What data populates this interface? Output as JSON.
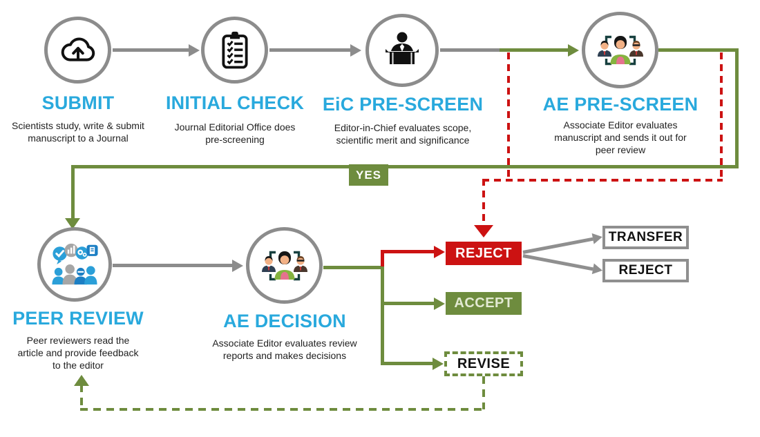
{
  "colors": {
    "accent_cyan": "#29a9dd",
    "olive_green": "#6e8c3e",
    "red": "#cc1212",
    "gray": "#8c8c8c"
  },
  "stages": [
    {
      "title": "SUBMIT",
      "desc": "Scientists study, write & submit manuscript to a Journal",
      "icon": "cloud-upload-icon"
    },
    {
      "title": "INITIAL CHECK",
      "desc": "Journal Editorial Office does pre-screening",
      "icon": "checklist-icon"
    },
    {
      "title": "EiC PRE-SCREEN",
      "desc": "Editor-in-Chief evaluates scope, scientific merit and significance",
      "icon": "editor-desk-icon"
    },
    {
      "title": "AE PRE-SCREEN",
      "desc": "Associate Editor evaluates manuscript and sends it out for peer review",
      "icon": "people-select-icon"
    },
    {
      "title": "PEER REVIEW",
      "desc": "Peer reviewers read the article and provide feedback to the editor",
      "icon": "reviewers-group-icon"
    },
    {
      "title": "AE DECISION",
      "desc": "Associate Editor evaluates review reports and makes decisions",
      "icon": "people-select-icon"
    }
  ],
  "labels": {
    "yes": "YES"
  },
  "outcomes": {
    "reject": "REJECT",
    "accept": "ACCEPT",
    "revise": "REVISE",
    "transfer": "TRANSFER",
    "reject_final": "REJECT"
  }
}
